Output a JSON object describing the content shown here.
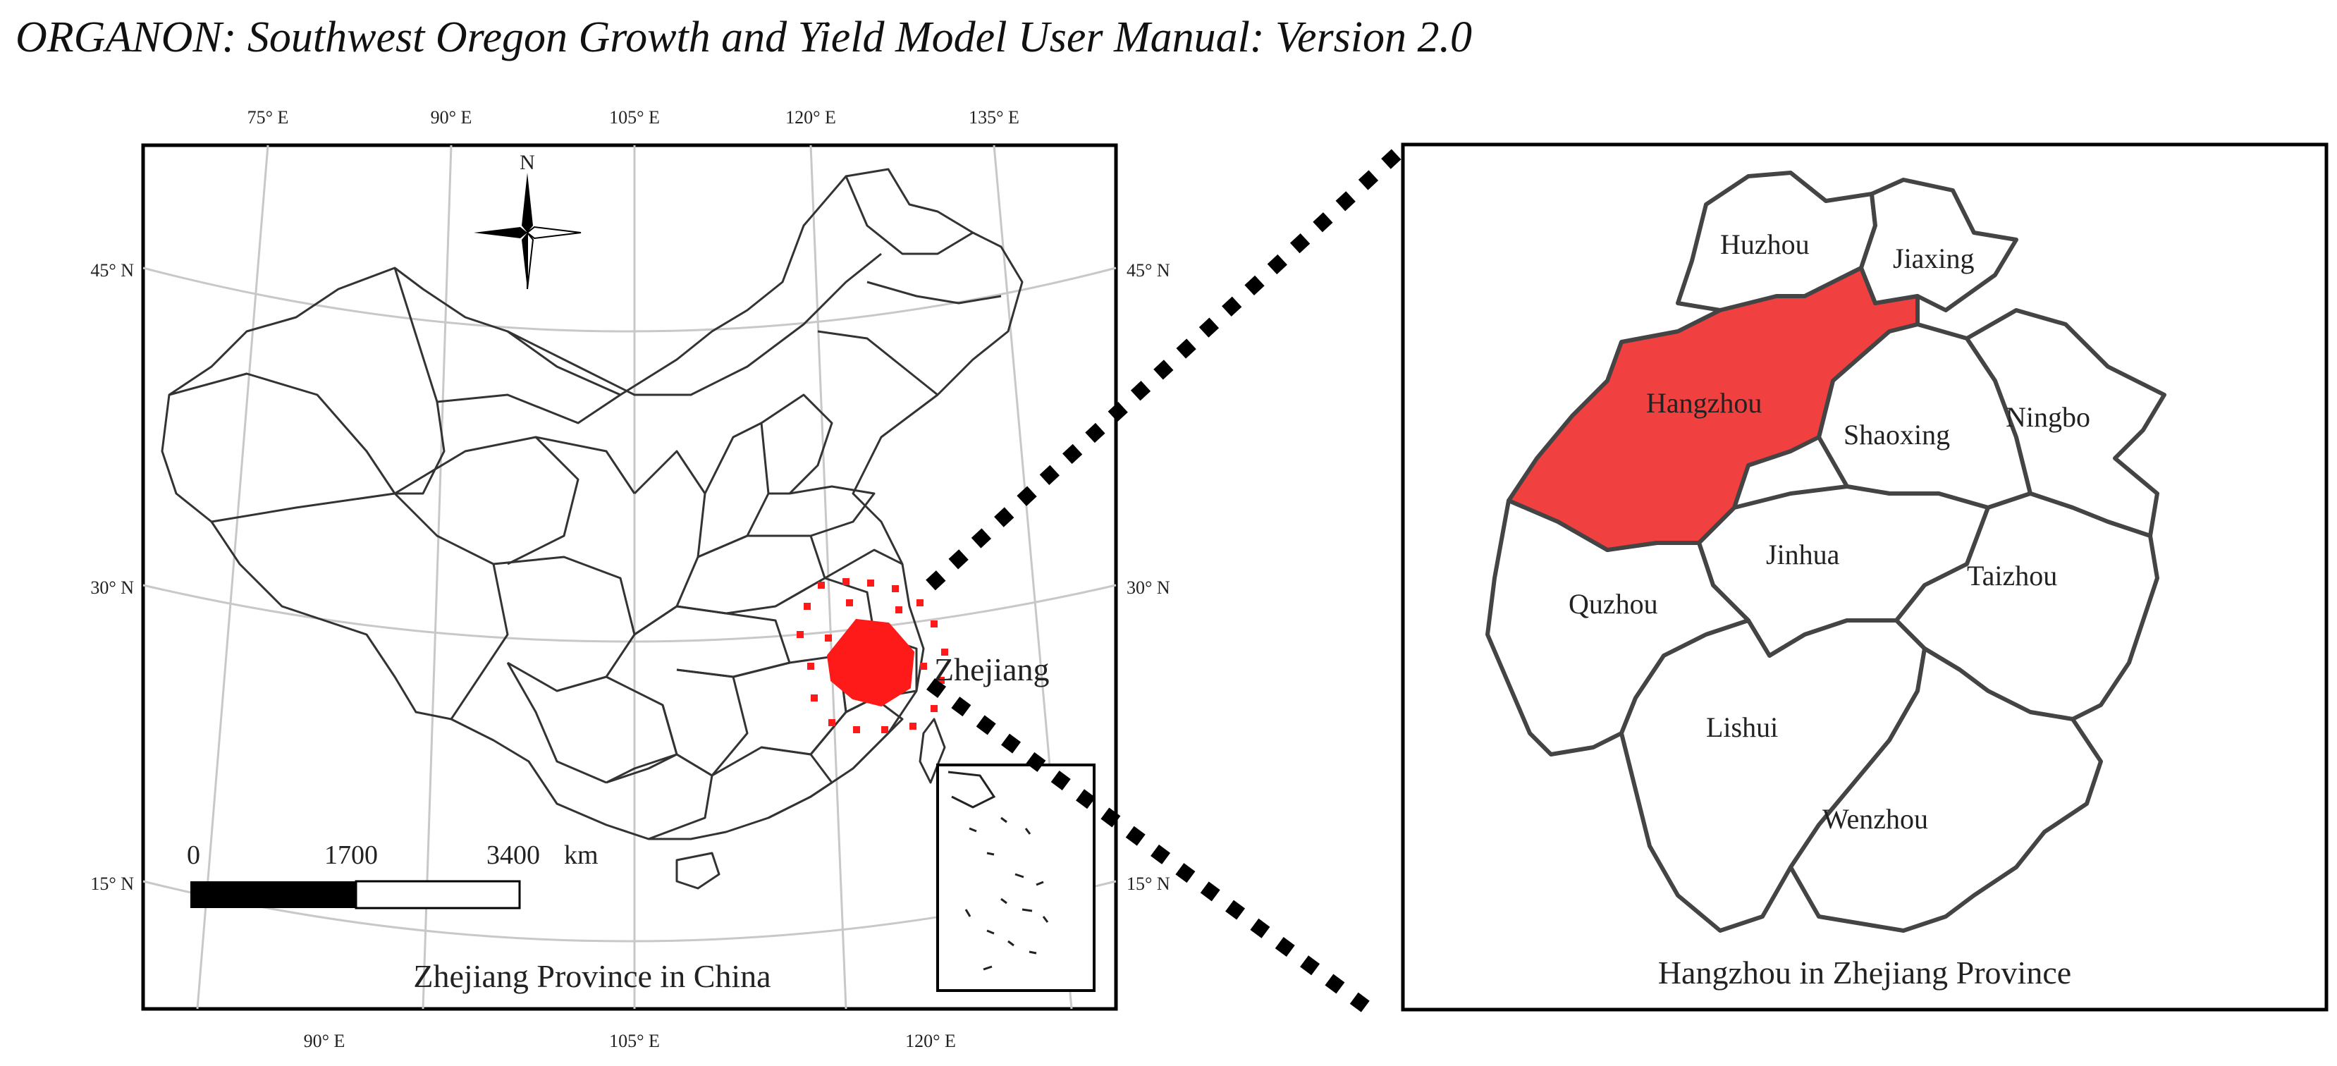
{
  "header": {
    "title": "ORGANON: Southwest Oregon Growth and Yield Model User Manual: Version 2.0"
  },
  "china_map": {
    "caption": "Zhejiang Province in China",
    "region_label": "Zhejiang",
    "top_lon_ticks": [
      "75° E",
      "90° E",
      "105° E",
      "120° E",
      "135° E"
    ],
    "bottom_lon_ticks": [
      "90° E",
      "105° E",
      "120° E"
    ],
    "left_lat_ticks": [
      "45° N",
      "30° N",
      "15° N"
    ],
    "right_lat_ticks": [
      "45° N",
      "30° N",
      "15° N"
    ],
    "north_arrow_label": "N",
    "scale_bar": {
      "labels": [
        "0",
        "1700",
        "3400"
      ],
      "unit": "km"
    },
    "highlight_color": "#ff1a1a"
  },
  "zhejiang_map": {
    "caption": "Hangzhou in Zhejiang Province",
    "highlighted_city": "Hangzhou",
    "highlight_color": "#f04040",
    "cities": [
      "Huzhou",
      "Jiaxing",
      "Hangzhou",
      "Shaoxing",
      "Ningbo",
      "Jinhua",
      "Quzhou",
      "Taizhou",
      "Lishui",
      "Wenzhou"
    ]
  }
}
